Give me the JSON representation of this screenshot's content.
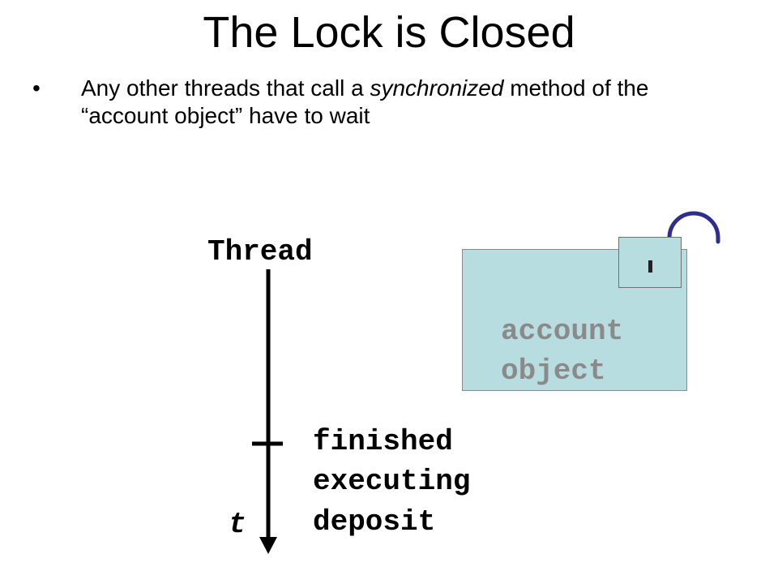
{
  "slide": {
    "title": "The Lock is Closed",
    "bullet": {
      "marker": "•",
      "text_before": "Any other threads that call a ",
      "text_emphasis": "synchronized",
      "text_after": " method of the “account object” have to wait"
    }
  },
  "diagram": {
    "thread_label": "Thread",
    "time_label": "t",
    "status_lines": [
      "finished",
      "executing",
      "deposit"
    ],
    "object_lines": [
      "account",
      "object"
    ],
    "colors": {
      "object_fill": "#b8dde0",
      "object_text": "#8a8a8a",
      "shackle": "#2e2e8f",
      "timeline": "#000000"
    }
  }
}
